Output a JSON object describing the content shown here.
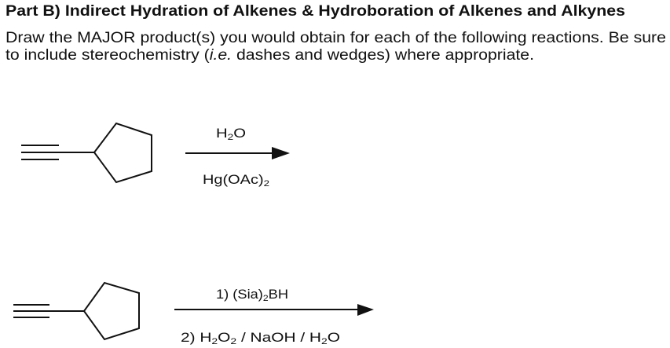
{
  "header": {
    "title": "Part B) Indirect Hydration of Alkenes & Hydroboration of Alkenes and Alkynes",
    "instructions": {
      "line1": "Draw the MAJOR product(s) you would obtain for each of the following reactions. Be sure",
      "line2_pre": "to include stereochemistry (",
      "line2_italic": "i.e.",
      "line2_post": " dashes and wedges) where appropriate."
    }
  },
  "reactions": [
    {
      "id": 1,
      "substrate": "ethynylcyclopentane",
      "substrate_icon": "terminal-alkyne-cyclopentane-structure",
      "arrow_icon": "reaction-arrow",
      "reagent_above": {
        "main": "H",
        "sub": "2",
        "tail": "O"
      },
      "reagent_below": {
        "main": "Hg(OAc)",
        "sub": "2"
      }
    },
    {
      "id": 2,
      "substrate": "ethynylcyclopentane",
      "substrate_icon": "terminal-alkyne-cyclopentane-structure",
      "arrow_icon": "reaction-arrow",
      "reagent_above": {
        "pre": "1) (Sia)",
        "sub": "2",
        "tail": "BH"
      },
      "reagent_below": {
        "p1": "2) H",
        "s1": "2",
        "p2": "O",
        "s2": "2",
        "p3": " / NaOH / H",
        "s3": "2",
        "p4": "O"
      }
    }
  ],
  "colors": {
    "ink": "#111111",
    "background": "#ffffff"
  }
}
